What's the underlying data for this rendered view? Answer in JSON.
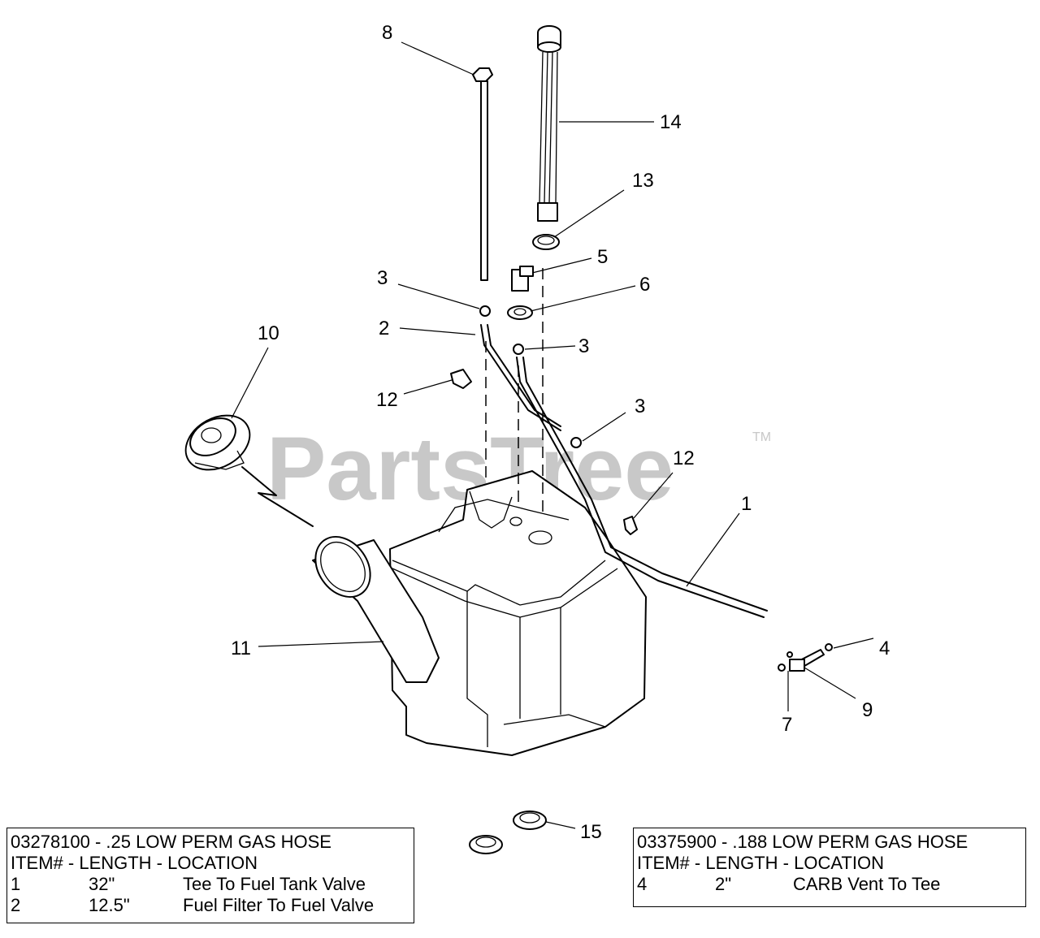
{
  "watermark": {
    "brand": "PartsTree",
    "trademark": "TM"
  },
  "callouts": [
    {
      "id": "c1",
      "label": "1"
    },
    {
      "id": "c2",
      "label": "2"
    },
    {
      "id": "c3a",
      "label": "3"
    },
    {
      "id": "c3b",
      "label": "3"
    },
    {
      "id": "c3c",
      "label": "3"
    },
    {
      "id": "c4",
      "label": "4"
    },
    {
      "id": "c5",
      "label": "5"
    },
    {
      "id": "c6",
      "label": "6"
    },
    {
      "id": "c7",
      "label": "7"
    },
    {
      "id": "c8",
      "label": "8"
    },
    {
      "id": "c9",
      "label": "9"
    },
    {
      "id": "c10",
      "label": "10"
    },
    {
      "id": "c11",
      "label": "11"
    },
    {
      "id": "c12a",
      "label": "12"
    },
    {
      "id": "c12b",
      "label": "12"
    },
    {
      "id": "c13",
      "label": "13"
    },
    {
      "id": "c14",
      "label": "14"
    },
    {
      "id": "c15",
      "label": "15"
    }
  ],
  "hose_table_left": {
    "title": "03278100 - .25 LOW PERM GAS HOSE",
    "header": "ITEM# - LENGTH - LOCATION",
    "rows": [
      {
        "item": "1",
        "length": "32\"",
        "location": "Tee To Fuel Tank Valve"
      },
      {
        "item": "2",
        "length": "12.5\"",
        "location": "Fuel Filter To Fuel Valve"
      }
    ]
  },
  "hose_table_right": {
    "title": "03375900 - .188 LOW PERM GAS HOSE",
    "header": "ITEM# - LENGTH - LOCATION",
    "rows": [
      {
        "item": "4",
        "length": "2\"",
        "location": "CARB Vent To Tee"
      }
    ]
  }
}
